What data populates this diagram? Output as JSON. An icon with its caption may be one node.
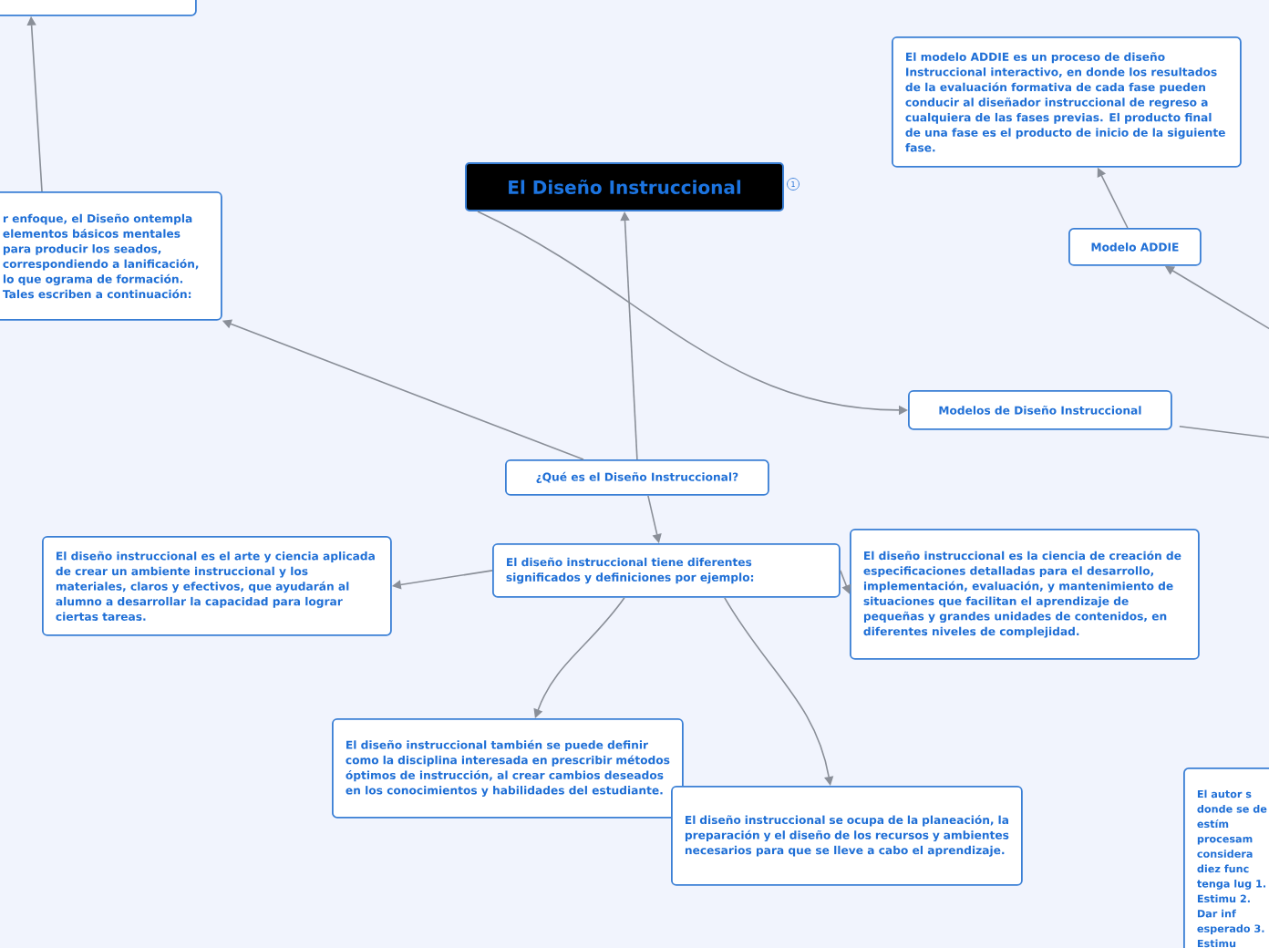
{
  "diagram": {
    "nodes": [
      {
        "text": [
          "El Diseño Instruccional"
        ]
      },
      {
        "text": [],
        "shape": "box"
      },
      {
        "text": [
          "r enfoque, el Diseño ontempla elementos básicos mentales para producir los seados, correspondiendo a lanificación, lo que ograma de formación. Tales escriben a continuación:"
        ]
      },
      {
        "text": [
          "¿Qué es el Diseño Instruccional?"
        ]
      },
      {
        "text": [
          "El diseño instruccional tiene diferentes significados y definiciones por ejemplo:"
        ]
      },
      {
        "text": [
          "El diseño instruccional es el arte y ciencia aplicada de crear un ambiente instruccional y los materiales, claros y efectivos, que ayudarán al alumno a desarrollar la capacidad para lograr ciertas tareas."
        ]
      },
      {
        "text": [
          "El diseño instruccional es la ciencia de creación de especificaciones detalladas para el desarrollo, implementación, evaluación, y mantenimiento de situaciones que facilitan el aprendizaje de pequeñas y grandes unidades de contenidos, en diferentes niveles de complejidad."
        ]
      },
      {
        "text": [
          "El diseño instruccional también se puede definir como la disciplina interesada en prescribir métodos óptimos de instrucción, al crear cambios deseados en los conocimientos y habilidades del estudiante."
        ]
      },
      {
        "text": [
          "El diseño instruccional se ocupa de la planeación, la preparación y el diseño de los recursos y ambientes necesarios para que se lleve a cabo el aprendizaje."
        ]
      },
      {
        "text": [
          "Modelos de Diseño Instruccional"
        ]
      },
      {
        "text": [
          "Modelo ADDIE"
        ]
      },
      {
        "text": [
          "El modelo ADDIE es un proceso de diseño Instruccional interactivo, en donde los resultados de la evaluación formativa de cada fase pueden conducir al diseñador instruccional de regreso a cualquiera de las fases previas. El producto final de una fase es el producto de inicio de la siguiente fase."
        ]
      },
      {
        "text": [
          "El autor s donde se de estím procesam considera diez func tenga lug 1. Estimu 2. Dar inf esperado 3. Estimu"
        ]
      }
    ],
    "edges": [
      {
        "from": 3,
        "to": 0,
        "arrow": "to"
      },
      {
        "from": 0,
        "to": 9,
        "arrow": "to"
      },
      {
        "from": 3,
        "to": 2,
        "arrow": "to"
      },
      {
        "from": 2,
        "to": 1,
        "arrow": "to"
      },
      {
        "from": 3,
        "to": 4,
        "arrow": "to"
      },
      {
        "from": 4,
        "to": 5,
        "arrow": "to"
      },
      {
        "from": 4,
        "to": 6,
        "arrow": "to"
      },
      {
        "from": 4,
        "to": 7,
        "arrow": "to"
      },
      {
        "from": 4,
        "to": 8,
        "arrow": "to"
      },
      {
        "from": 9,
        "to": null,
        "arrow": "none"
      },
      {
        "from": null,
        "to": 10,
        "arrow": "to"
      },
      {
        "from": 10,
        "to": 11,
        "arrow": "to"
      }
    ],
    "labels": [
      "1"
    ]
  }
}
